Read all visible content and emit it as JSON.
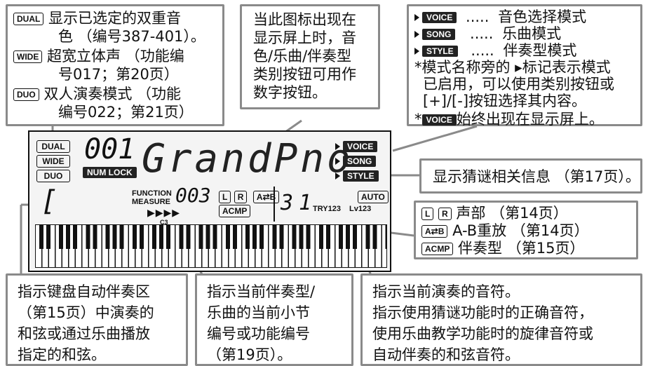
{
  "top_left": {
    "dual_tag": "DUAL",
    "dual_text_1": "显示已选定的双重音",
    "dual_text_2": "色 （编号387-401）。",
    "wide_tag": "WIDE",
    "wide_text_1": "超宽立体声 （功能编",
    "wide_text_2": "号017；第20页）",
    "duo_tag": "DUO",
    "duo_text_1": "双人演奏模式 （功能",
    "duo_text_2": "编号022；第21页）"
  },
  "top_mid": {
    "lines": [
      "当此图标出现在",
      "显示屏上时，音",
      "色/乐曲/伴奏型",
      "类别按钮可用作",
      "数字按钮。"
    ]
  },
  "top_right": {
    "voice_tag": "VOICE",
    "voice_desc": "音色选择模式",
    "song_tag": "SONG",
    "song_desc": "乐曲模式",
    "style_tag": "STYLE",
    "style_desc": "伴奏型模式",
    "dots": ".....",
    "note_1": "*模式名称旁的 ▸标记表示模式",
    "note_2": "已启用，可以使用类别按钮或",
    "note_3": "[+]/[-]按钮选择其内容。",
    "note_4_prefix": "*",
    "note_4_tag": "VOICE",
    "note_4_text": "始终出现在显示屏上。"
  },
  "right_mid": {
    "text": "显示猜谜相关信息 （第17页）。"
  },
  "right_lower": {
    "l_tag": "L",
    "r_tag": "R",
    "lr_text": "声部 （第14页）",
    "ab_tag": "A⇄B",
    "ab_text": "A-B重放 （第14页）",
    "acmp_tag": "ACMP",
    "acmp_text": "伴奏型 （第15页）"
  },
  "lcd": {
    "dual": "DUAL",
    "wide": "WIDE",
    "duo": "DUO",
    "number": "001",
    "numlock": "NUM LOCK",
    "name": "GrandPno",
    "voice": "VOICE",
    "song": "SONG",
    "style": "STYLE",
    "chord": "[",
    "function": "FUNCTION",
    "measure": "MEASURE",
    "measure_num": "003",
    "l": "L",
    "r": "R",
    "ab": "A⇄B",
    "acmp": "ACMP",
    "c3": "C3",
    "quiz_left": "3",
    "quiz_right": "1",
    "try": "TRY123",
    "lv": "Lv123",
    "auto": "AUTO"
  },
  "bottom": {
    "left": [
      "指示键盘自动伴奏区",
      "（第15页）中演奏的",
      "和弦或通过乐曲播放",
      "指定的和弦。"
    ],
    "mid": [
      "指示当前伴奏型/",
      "乐曲的当前小节",
      "编号或功能编号",
      "（第19页）。"
    ],
    "right": [
      "指示当前演奏的音符。",
      "指示使用猜谜功能时的正确音符，",
      "使用乐曲教学功能时的旋律音符或",
      "自动伴奏的和弦音符。"
    ]
  }
}
